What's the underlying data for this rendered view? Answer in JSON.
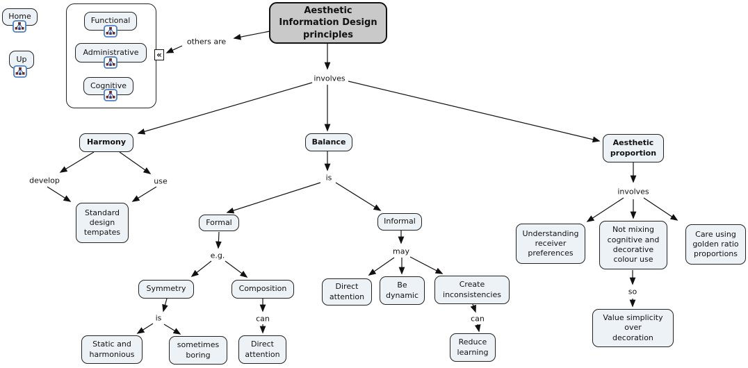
{
  "colors": {
    "background": "#ffffff",
    "node_fill": "#ecf2f6",
    "node_border": "#222222",
    "root_fill": "#c9c9c9",
    "edge_color": "#111111",
    "icon_border": "#4d7fc4",
    "icon_red": "#8c1f1f",
    "icon_blue": "#2c3f94"
  },
  "nav": {
    "home": "Home",
    "up": "Up"
  },
  "group": {
    "functional": "Functional",
    "administrative": "Administrative",
    "cognitive": "Cognitive",
    "collapse_chevron": "«"
  },
  "nodes": {
    "root": "Aesthetic\nInformation Design\nprinciples",
    "harmony": "Harmony",
    "standard_design": "Standard\ndesign\ntempates",
    "balance": "Balance",
    "formal": "Formal",
    "informal": "Informal",
    "symmetry": "Symmetry",
    "composition": "Composition",
    "static_harmonious": "Static and\nharmonious",
    "sometimes_boring": "sometimes\nboring",
    "direct_attention_formal": "Direct\nattention",
    "direct_attention_informal": "Direct\nattention",
    "be_dynamic": "Be\ndynamic",
    "create_inconsistencies": "Create\ninconsistencies",
    "reduce_learning": "Reduce\nlearning",
    "aesthetic_proportion": "Aesthetic\nproportion",
    "understanding_receiver": "Understanding\nreceiver\npreferences",
    "not_mixing": "Not mixing\ncognitive and\ndecorative\ncolour use",
    "care_golden": "Care using\ngolden ratio\nproportions",
    "value_simplicity": "Value simplicity\nover\ndecoration"
  },
  "links": {
    "others_are": "others are",
    "involves_root": "involves",
    "develop": "develop",
    "use": "use",
    "is_balance": "is",
    "eg": "e.g.",
    "is_symmetry": "is",
    "can_composition": "can",
    "may": "may",
    "can_create": "can",
    "involves_proportion": "involves",
    "so": "so"
  }
}
